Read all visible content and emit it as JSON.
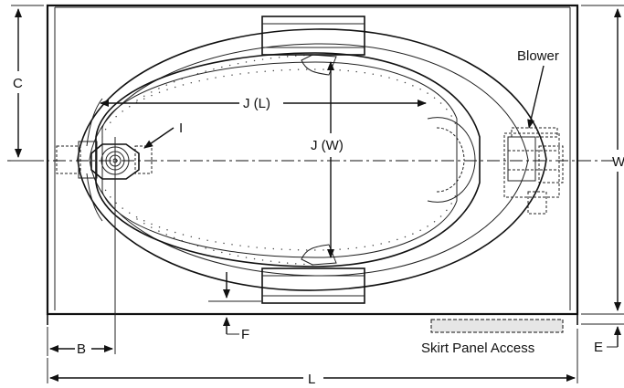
{
  "labels": {
    "blower": "Blower",
    "c": "C",
    "w": "W",
    "jl": "J (L)",
    "jw": "J (W)",
    "i": "I",
    "b": "B",
    "f": "F",
    "e": "E",
    "l": "L",
    "skirt": "Skirt Panel Access"
  },
  "colors": {
    "line": "#111111",
    "skirt_fill": "#e6e6e6"
  }
}
